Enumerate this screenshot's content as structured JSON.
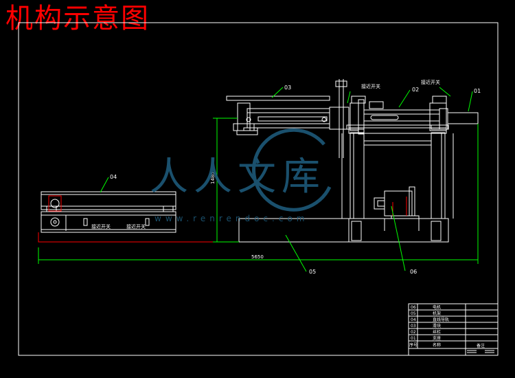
{
  "title": "机构示意图",
  "labels": {
    "callout_01": "01",
    "callout_02": "02",
    "callout_03": "03",
    "callout_04": "04",
    "callout_05": "05",
    "callout_06": "06",
    "sensor_left_upper": "接近开关",
    "sensor_right_upper": "接近开关",
    "sensor_left_lower": "接近开关",
    "sensor_right_lower": "接近开关",
    "dim_height": "1480",
    "dim_width": "5650"
  },
  "watermark": {
    "logo_text": "人人文库",
    "url_text": "www.renrendoc.com"
  },
  "parts_table": {
    "rows": [
      {
        "no": "06",
        "name": "电机"
      },
      {
        "no": "05",
        "name": "机架"
      },
      {
        "no": "04",
        "name": "直线导轨"
      },
      {
        "no": "03",
        "name": "滑块"
      },
      {
        "no": "02",
        "name": "丝杠"
      },
      {
        "no": "01",
        "name": "支座"
      },
      {
        "no": "序号",
        "name": "名称"
      }
    ],
    "footer_label": "备注"
  },
  "colors": {
    "background": "#000000",
    "title": "#ff0000",
    "outline": "#ffffff",
    "dimension": "#00ff00",
    "highlight": "#ff0000",
    "watermark": "#1f5f80"
  }
}
